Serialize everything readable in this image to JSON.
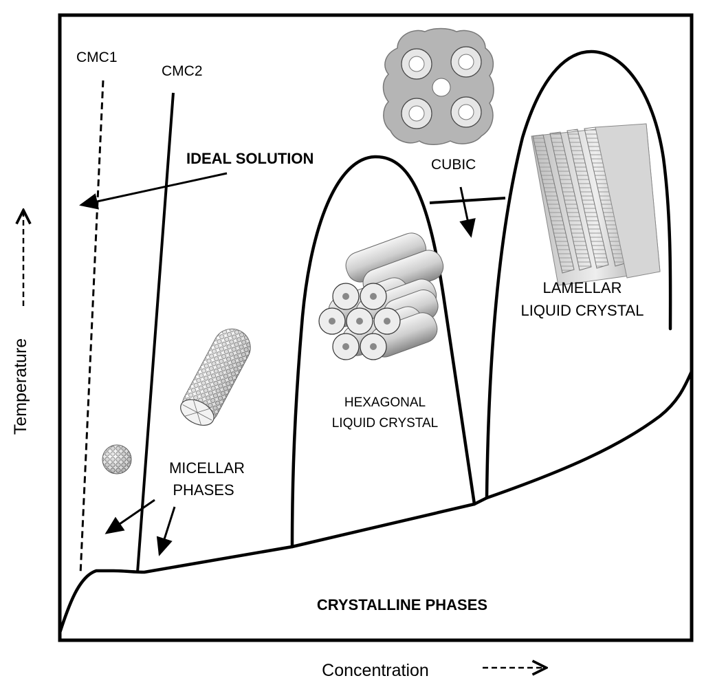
{
  "diagram": {
    "x_axis_label": "Concentration",
    "y_axis_label": "Temperature",
    "regions": {
      "cmc1": "CMC1",
      "cmc2": "CMC2",
      "ideal_solution": "IDEAL SOLUTION",
      "cubic": "CUBIC",
      "lamellar_line1": "LAMELLAR",
      "lamellar_line2": "LIQUID CRYSTAL",
      "hexagonal_line1": "HEXAGONAL",
      "hexagonal_line2": "LIQUID CRYSTAL",
      "micellar_line1": "MICELLAR",
      "micellar_line2": "PHASES",
      "crystalline": "CRYSTALLINE PHASES"
    }
  }
}
